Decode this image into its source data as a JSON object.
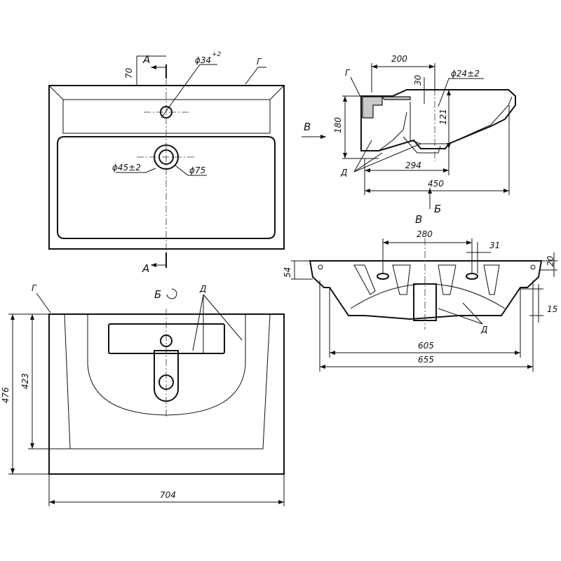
{
  "top_view": {
    "section_a_top": "А",
    "section_a_bottom": "А",
    "dim_70": "70",
    "dim_d34": "ϕ34",
    "dim_d34_tol": "+2",
    "label_g": "Г",
    "dim_d45": "ϕ45±2",
    "dim_d75": "ϕ75"
  },
  "section_view": {
    "dim_200": "200",
    "dim_30": "30",
    "dim_d24": "ϕ24±2",
    "dim_180": "180",
    "dim_121": "121",
    "dim_294": "294",
    "dim_450": "450",
    "label_g": "Г",
    "label_d": "Д",
    "view_v_arrow": "В",
    "view_v": "В",
    "view_b": "Б"
  },
  "rear_view": {
    "dim_280": "280",
    "dim_31": "31",
    "dim_54": "54",
    "dim_20": "20",
    "dim_15": "15",
    "dim_605": "605",
    "dim_655": "655",
    "label_d": "Д"
  },
  "bottom_view": {
    "view_b": "Б",
    "label_g": "Г",
    "label_d": "Д",
    "dim_476": "476",
    "dim_423": "423",
    "dim_704": "704"
  }
}
